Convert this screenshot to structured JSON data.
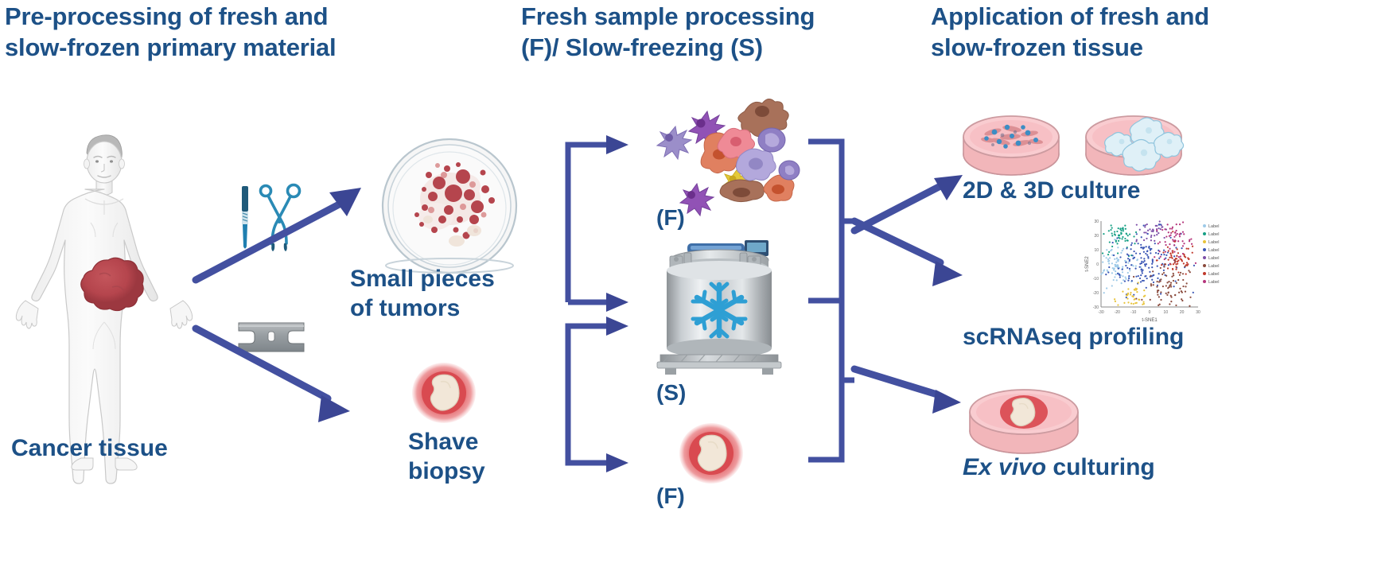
{
  "figure": {
    "type": "workflow-diagram",
    "accent_color": "#1d5187",
    "arrow_color": "#4350a0",
    "background": "#ffffff"
  },
  "columns": [
    {
      "id": "preprocessing",
      "heading_line1": "Pre-processing of fresh and",
      "heading_line2": "slow-frozen primary material"
    },
    {
      "id": "processing",
      "heading_line1": "Fresh sample processing",
      "heading_line2": "(F)/ Slow-freezing (S)"
    },
    {
      "id": "application",
      "heading_line1": "Application of fresh and",
      "heading_line2": "slow-frozen tissue"
    }
  ],
  "labels": {
    "cancer_tissue": "Cancer tissue",
    "small_pieces_line1": "Small pieces",
    "small_pieces_line2": "of  tumors",
    "shave_line1": "Shave",
    "shave_line2": "biopsy",
    "tag_cells_fresh": "(F)",
    "tag_cryotank_slow": "(S)",
    "tag_biopsy_fresh": "(F)",
    "culture_2d_3d": "2D & 3D culture",
    "scrnaseq": "scRNAseq profiling",
    "exvivo_italic": "Ex vivo",
    "exvivo_rest": " culturing"
  },
  "icons": {
    "body": "human-body-icon",
    "tumor": "tumor-mass-icon",
    "scalpel": "scalpel-icon",
    "scissors": "surgical-scissors-icon",
    "razor": "razor-blade-icon",
    "petri_tumor": "petri-dish-tumor-pieces-icon",
    "biopsy": "shave-biopsy-icon",
    "cells": "dissociated-cells-icon",
    "cryotank": "cryogenic-tank-icon",
    "snowflake": "snowflake-icon",
    "dish_2d": "petri-dish-2d-culture-icon",
    "dish_3d": "petri-dish-3d-organoid-icon",
    "tsne": "tsne-scatter-plot-icon",
    "dish_exvivo": "petri-dish-ex-vivo-icon"
  },
  "chart_data": {
    "type": "scatter",
    "title": "",
    "xlabel": "t-SNE1",
    "ylabel": "t-SNE2",
    "xlim": [
      -30,
      30
    ],
    "ylim": [
      -30,
      30
    ],
    "xticks": [
      -30,
      -20,
      -10,
      0,
      10,
      20,
      30
    ],
    "yticks": [
      -30,
      -20,
      -10,
      0,
      10,
      20,
      30
    ],
    "grid": false,
    "legend_position": "right",
    "legend_entries": [
      {
        "label": "Label",
        "color": "#9ecae8"
      },
      {
        "label": "Label",
        "color": "#16a085"
      },
      {
        "label": "Label",
        "color": "#e8c33a"
      },
      {
        "label": "Label",
        "color": "#3b57b5"
      },
      {
        "label": "Label",
        "color": "#7d4fa8"
      },
      {
        "label": "Label",
        "color": "#8a4a3c"
      },
      {
        "label": "Label",
        "color": "#c0392b"
      },
      {
        "label": "Label",
        "color": "#b5357c"
      }
    ],
    "clusters": [
      {
        "name": "Label",
        "color": "#16a085",
        "cx": -19,
        "cy": 19,
        "n": 55,
        "spread": 5
      },
      {
        "name": "Label",
        "color": "#9ecae8",
        "cx": -20,
        "cy": -2,
        "n": 85,
        "spread": 7
      },
      {
        "name": "Label",
        "color": "#7d4fa8",
        "cx": 2,
        "cy": 23,
        "n": 40,
        "spread": 5
      },
      {
        "name": "Label",
        "color": "#3b57b5",
        "cx": -3,
        "cy": 2,
        "n": 150,
        "spread": 11
      },
      {
        "name": "Label",
        "color": "#b5357c",
        "cx": 15,
        "cy": 16,
        "n": 60,
        "spread": 6
      },
      {
        "name": "Label",
        "color": "#c0392b",
        "cx": 17,
        "cy": 3,
        "n": 60,
        "spread": 6
      },
      {
        "name": "Label",
        "color": "#8a4a3c",
        "cx": 13,
        "cy": -17,
        "n": 80,
        "spread": 8
      },
      {
        "name": "Label",
        "color": "#e8c33a",
        "cx": -10,
        "cy": -25,
        "n": 55,
        "spread": 5
      }
    ]
  }
}
